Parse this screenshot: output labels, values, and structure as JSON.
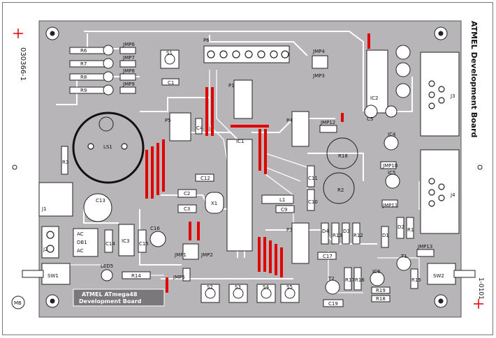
{
  "board": {
    "title_line1": "ATMEL ATmega48",
    "title_line2": "Development Board",
    "mirror_title": "ATMEL Development Board",
    "ref_number": "030366-1",
    "side_number": "1-0101",
    "mb_mark": "MB",
    "colors": {
      "board": "#b7b5b7",
      "trace": "#ffffff",
      "bridge": "#e00000",
      "ink": "#111111"
    }
  },
  "labels": {
    "p6": "P6",
    "r6": "R6",
    "r7": "R7",
    "r8": "R8",
    "r9": "R9",
    "jmp6": "JMP6",
    "jmp7": "JMP7",
    "jmp8": "JMP8",
    "jmp9": "JMP9",
    "s1": "S1",
    "c1": "C1",
    "p1": "P1",
    "p5": "P5",
    "c4": "C4",
    "jmp4": "JMP4",
    "jmp3": "JMP3",
    "j3": "J3",
    "c5": "C5",
    "ic2": "IC2",
    "ls1": "LS1",
    "r3": "R3",
    "p4": "P4",
    "jmp12": "JMP12",
    "ic1": "IC1",
    "r18": "R18",
    "ic4": "IC4",
    "jmp10": "JMP10",
    "c12": "C12",
    "r2": "R2",
    "ic5": "IC5",
    "j4": "J4",
    "c2": "C2",
    "c3": "C3",
    "x1": "X1",
    "l1": "L1",
    "c9": "C9",
    "c10": "C10",
    "c11": "C11",
    "jmp11": "JMP11",
    "j1": "J1",
    "c13": "C13",
    "d1": "D1",
    "d2": "D2",
    "d3": "D3",
    "d4": "D4",
    "ac1": "AC",
    "ac2": "AC",
    "db1": "DB1",
    "c14": "C14",
    "ic3": "IC3",
    "c15": "C15",
    "c16": "C16",
    "p3": "P3",
    "r13": "R13",
    "r12": "R12",
    "r1": "R1",
    "c17": "C17",
    "jmp13": "JMP13",
    "t1": "T1",
    "sw1": "SW1",
    "sw2": "SW2",
    "led5": "LED5",
    "r14": "R14",
    "jmp1": "JMP1",
    "jmp2": "JMP2",
    "jmp5": "JMP5",
    "t2": "T2",
    "r17": "R17",
    "r16": "R16",
    "ic6": "IC6",
    "r19": "R19",
    "r15": "R15",
    "r18b": "R18",
    "c19": "C19",
    "s2": "S2",
    "s3": "S3",
    "s4": "S4",
    "s5": "S5",
    "j2": "J2"
  }
}
